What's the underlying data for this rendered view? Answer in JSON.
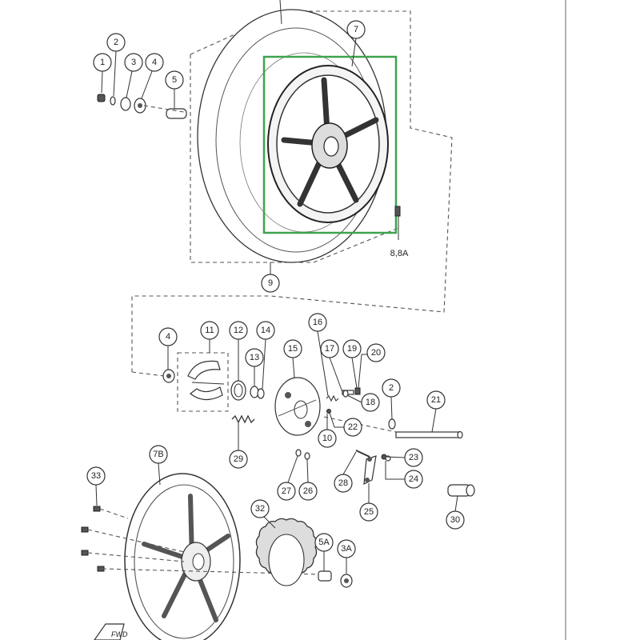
{
  "callouts": {
    "c1": "1",
    "c2": "2",
    "c3": "3",
    "c4": "4",
    "c5": "5",
    "c7": "7",
    "c8": "8,8A",
    "c9": "9",
    "c4b": "4",
    "c11": "11",
    "c12": "12",
    "c13": "13",
    "c14": "14",
    "c15": "15",
    "c16": "16",
    "c17": "17",
    "c18": "18",
    "c19": "19",
    "c20": "20",
    "c2b": "2",
    "c21": "21",
    "c22": "22",
    "c10": "10",
    "c23": "23",
    "c24": "24",
    "c25": "25",
    "c26": "26",
    "c27": "27",
    "c28": "28",
    "c29": "29",
    "c30": "30",
    "c32": "32",
    "c33": "33",
    "c7B": "7B",
    "c5A": "5A",
    "c3A": "3A"
  },
  "highlight": {
    "color": "#3fa34d"
  },
  "corner_mark": "FWD"
}
